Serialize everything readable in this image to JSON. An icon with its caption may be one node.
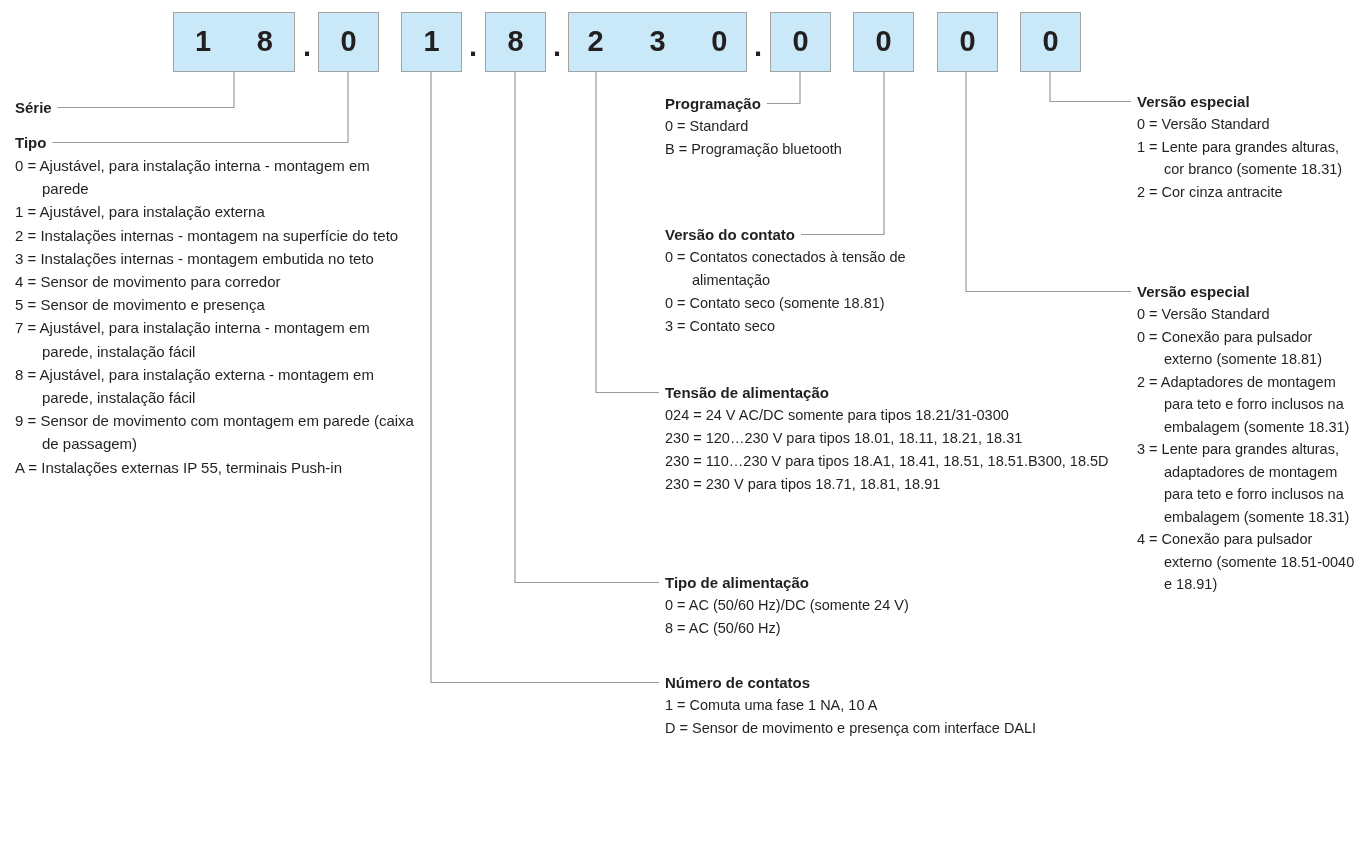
{
  "diagram": {
    "nodes": [
      {
        "text": [
          "1 8"
        ]
      },
      {
        "text": [
          "0"
        ]
      },
      {
        "text": [
          "1"
        ]
      },
      {
        "text": [
          "8"
        ]
      },
      {
        "text": [
          "2 3 0"
        ]
      },
      {
        "text": [
          "0"
        ]
      },
      {
        "text": [
          "0"
        ]
      },
      {
        "text": [
          "0"
        ]
      },
      {
        "text": [
          "0"
        ]
      },
      {
        "text": [
          "Série"
        ]
      },
      {
        "text": [
          "Tipo"
        ],
        "beside": [
          "0 = Ajustável, para instalação interna - montagem em parede",
          "1 = Ajustável, para instalação externa",
          "2 = Instalações internas - montagem na superfície do teto",
          "3 = Instalações internas - montagem embutida no teto",
          "4 = Sensor de movimento para corredor",
          "5 = Sensor de movimento e presença",
          "7 = Ajustável, para instalação interna - montagem em parede, instalação fácil",
          "8 = Ajustável, para instalação externa - montagem em parede, instalação fácil",
          "9 = Sensor de movimento com montagem em parede (caixa de passagem)",
          "A = Instalações externas IP 55, terminais Push-in"
        ]
      },
      {
        "text": [
          "Programação"
        ],
        "beside": [
          "0 = Standard",
          "B = Programação bluetooth"
        ]
      },
      {
        "text": [
          "Versão especial"
        ],
        "beside": [
          "0 = Versão Standard",
          "1 = Lente para grandes alturas, cor branco (somente 18.31)",
          "2 = Cor cinza antracite"
        ]
      },
      {
        "text": [
          "Versão do contato"
        ],
        "beside": [
          "0 = Contatos conectados à tensão de alimentação",
          "0 = Contato seco (somente 18.81)",
          "3 = Contato seco"
        ]
      },
      {
        "text": [
          "Versão especial"
        ],
        "beside": [
          "0 = Versão Standard",
          "0 = Conexão para pulsador externo (somente 18.81)",
          "2 = Adaptadores de montagem para teto e forro inclusos na embalagem (somente 18.31)",
          "3 = Lente para grandes alturas, adaptadores de montagem para teto e forro inclusos na embalagem (somente 18.31)",
          "4 = Conexão para pulsador externo (somente 18.51-0040 e 18.91)"
        ]
      },
      {
        "text": [
          "Tensão de alimentação"
        ],
        "beside": [
          "024 = 24 V AC/DC somente para tipos 18.21/31-0300",
          "230 = 120…230 V para tipos 18.01, 18.11, 18.21, 18.31",
          "230 = 110…230 V para tipos 18.A1, 18.41, 18.51, 18.51.B300, 18.5D",
          "230 = 230 V para tipos 18.71, 18.81, 18.91"
        ]
      },
      {
        "text": [
          "Tipo de alimentação"
        ],
        "beside": [
          "0 = AC (50/60 Hz)/DC (somente 24 V)",
          "8 = AC (50/60 Hz)"
        ]
      },
      {
        "text": [
          "Número de contatos"
        ],
        "beside": [
          "1 = Comuta uma fase 1 NA, 10 A",
          "D = Sensor de movimento e presença com interface DALI"
        ]
      }
    ],
    "edges": [
      {
        "from": 0,
        "to": 9,
        "arrow": "none"
      },
      {
        "from": 1,
        "to": 10,
        "arrow": "none"
      },
      {
        "from": 2,
        "to": 17,
        "arrow": "none"
      },
      {
        "from": 3,
        "to": 16,
        "arrow": "none"
      },
      {
        "from": 4,
        "to": 15,
        "arrow": "none"
      },
      {
        "from": 5,
        "to": 11,
        "arrow": "none"
      },
      {
        "from": 6,
        "to": 13,
        "arrow": "none"
      },
      {
        "from": 7,
        "to": 14,
        "arrow": "none"
      },
      {
        "from": 8,
        "to": 12,
        "arrow": "none"
      }
    ],
    "labels": [
      ".",
      ".",
      ".",
      "."
    ]
  }
}
